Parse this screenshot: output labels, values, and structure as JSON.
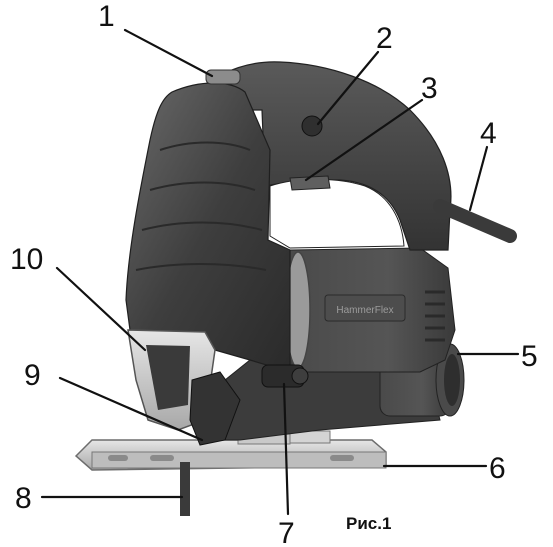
{
  "caption": "Рис.1",
  "callouts": [
    {
      "id": "1",
      "label": "1"
    },
    {
      "id": "2",
      "label": "2"
    },
    {
      "id": "3",
      "label": "3"
    },
    {
      "id": "4",
      "label": "4"
    },
    {
      "id": "5",
      "label": "5"
    },
    {
      "id": "6",
      "label": "6"
    },
    {
      "id": "7",
      "label": "7"
    },
    {
      "id": "8",
      "label": "8"
    },
    {
      "id": "9",
      "label": "9"
    },
    {
      "id": "10",
      "label": "10"
    }
  ],
  "brand_plate": "HammerFlex",
  "colors": {
    "body_dark": "#3a3a3a",
    "body_mid": "#555555",
    "body_light": "#7a7a7a",
    "metal": "#c8c8c8",
    "label_text": "#111111"
  }
}
